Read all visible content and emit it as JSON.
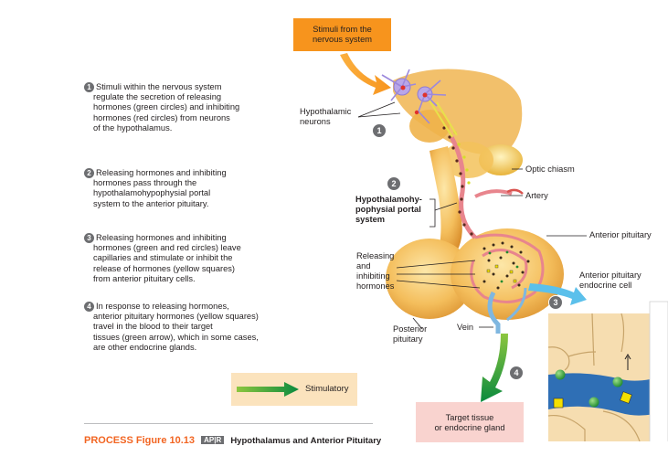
{
  "top_box": {
    "line1": "Stimuli from the",
    "line2": "nervous system"
  },
  "steps": [
    {
      "num": "1",
      "lines": [
        "Stimuli within the nervous system",
        "regulate the secretion of releasing",
        "hormones (green circles) and inhibiting",
        "hormones (red circles) from neurons",
        "of the hypothalamus."
      ]
    },
    {
      "num": "2",
      "lines": [
        "Releasing hormones and inhibiting",
        "hormones pass through the",
        "hypothalamohypophysial portal",
        "system to the anterior pituitary."
      ]
    },
    {
      "num": "3",
      "lines": [
        "Releasing hormones and inhibiting",
        "hormones (green and red circles) leave",
        "capillaries and stimulate or inhibit the",
        "release of hormones (yellow squares)",
        "from anterior pituitary cells."
      ]
    },
    {
      "num": "4",
      "lines": [
        "In response to releasing hormones,",
        "anterior pituitary hormones (yellow squares)",
        "travel in the blood to their target",
        "tissues (green arrow), which in some cases,",
        "are other endocrine glands."
      ]
    }
  ],
  "labels": {
    "hypothalamic_neurons_1": "Hypothalamic",
    "hypothalamic_neurons_2": "neurons",
    "optic_chiasm": "Optic chiasm",
    "portal_1": "Hypothalamohy-",
    "portal_2": "pophysial portal",
    "portal_3": "system",
    "artery": "Artery",
    "anterior_pituitary": "Anterior pituitary",
    "releasing_1": "Releasing",
    "releasing_2": "and",
    "releasing_3": "inhibiting",
    "releasing_4": "hormones",
    "endocrine_cell_1": "Anterior pituitary",
    "endocrine_cell_2": "endocrine cell",
    "posterior_1": "Posterior",
    "posterior_2": "pituitary",
    "vein": "Vein"
  },
  "callouts": {
    "c1": "1",
    "c2": "2",
    "c3": "3",
    "c4": "4"
  },
  "target_box": {
    "line1": "Target tissue",
    "line2": "or endocrine gland"
  },
  "legend": {
    "label": "Stimulatory"
  },
  "caption": {
    "prefix": "PROCESS Figure 10.13",
    "badge": "AP|R",
    "title": "Hypothalamus and Anterior Pituitary"
  },
  "colors": {
    "orange": "#f7941d",
    "green_arrow": "#1a9b4b",
    "blue_arrow": "#5bc0eb",
    "gland": "#f6c97a",
    "pink_box": "#f9d3cf"
  }
}
